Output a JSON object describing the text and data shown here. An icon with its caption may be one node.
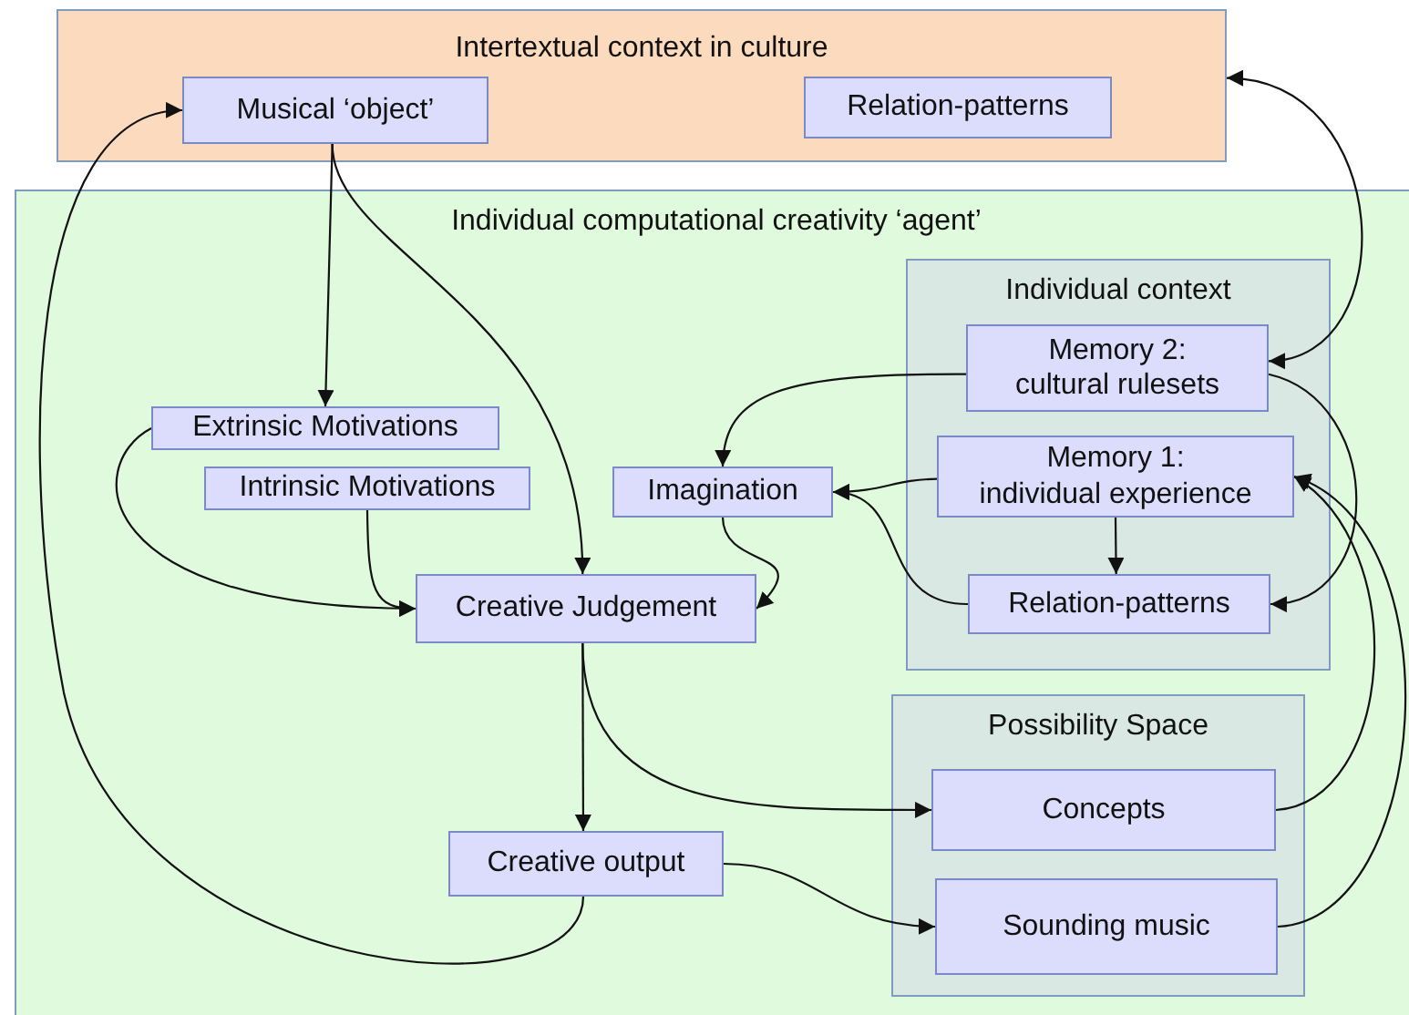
{
  "diagram": {
    "nodes": [
      {
        "text": [
          "Intertextual context in culture"
        ]
      },
      {
        "text": [
          "Musical ‘object’"
        ],
        "in": 0
      },
      {
        "text": [
          "Relation-patterns"
        ],
        "in": 0
      },
      {
        "text": [
          "Individual computational creativity ‘agent’"
        ]
      },
      {
        "text": [
          "Individual context"
        ],
        "in": 3
      },
      {
        "text": [
          "Memory 2: cultural rulesets"
        ],
        "in": 4
      },
      {
        "text": [
          "Memory 1: individual experience"
        ],
        "in": 4
      },
      {
        "text": [
          "Relation-patterns"
        ],
        "in": 4
      },
      {
        "text": [
          "Possibility Space"
        ],
        "in": 3
      },
      {
        "text": [
          "Concepts"
        ],
        "in": 8
      },
      {
        "text": [
          "Sounding music"
        ],
        "in": 8
      },
      {
        "text": [
          "Extrinsic Motivations"
        ],
        "in": 3
      },
      {
        "text": [
          "Intrinsic Motivations"
        ],
        "in": 3
      },
      {
        "text": [
          "Imagination"
        ],
        "in": 3
      },
      {
        "text": [
          "Creative Judgement"
        ],
        "in": 3
      },
      {
        "text": [
          "Creative output"
        ],
        "in": 3
      }
    ],
    "edges": [
      {
        "from": 1,
        "to": 11,
        "arrow": "to"
      },
      {
        "from": 1,
        "to": 14,
        "arrow": "to"
      },
      {
        "from": 11,
        "to": 14,
        "arrow": "to"
      },
      {
        "from": 12,
        "to": 14,
        "arrow": "to"
      },
      {
        "from": 13,
        "to": 14,
        "arrow": "to"
      },
      {
        "from": 5,
        "to": 13,
        "arrow": "to"
      },
      {
        "from": 6,
        "to": 13,
        "arrow": "to"
      },
      {
        "from": 7,
        "to": 13,
        "arrow": "to"
      },
      {
        "from": 6,
        "to": 7,
        "arrow": "to"
      },
      {
        "from": 5,
        "to": 7,
        "arrow": "to"
      },
      {
        "from": 0,
        "to": 5,
        "arrow": "both"
      },
      {
        "from": 14,
        "to": 15,
        "arrow": "to"
      },
      {
        "from": 14,
        "to": 9,
        "arrow": "to"
      },
      {
        "from": 15,
        "to": 10,
        "arrow": "to"
      },
      {
        "from": 15,
        "to": 1,
        "arrow": "to"
      },
      {
        "from": 9,
        "to": 6,
        "arrow": "to"
      },
      {
        "from": 10,
        "to": 6,
        "arrow": "to"
      }
    ]
  }
}
